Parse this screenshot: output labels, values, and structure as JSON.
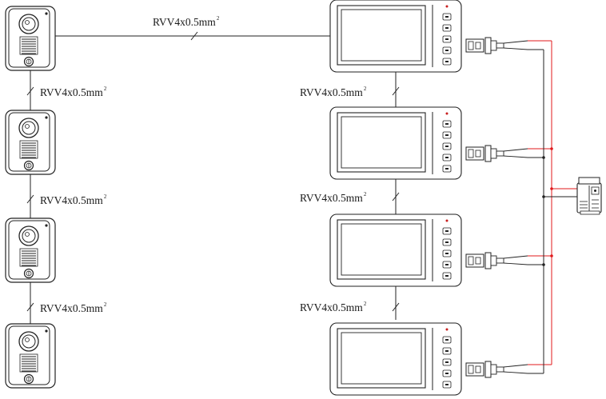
{
  "cable": {
    "text": "RVV4x0.5mm",
    "sup": "2"
  },
  "colors": {
    "wire": "#222222",
    "power": "#e0191b"
  },
  "doorstations": [
    {
      "name": "door-station-1",
      "icon": "door-camera-icon"
    },
    {
      "name": "door-station-2",
      "icon": "door-camera-icon"
    },
    {
      "name": "door-station-3",
      "icon": "door-camera-icon"
    },
    {
      "name": "door-station-4",
      "icon": "door-camera-icon"
    }
  ],
  "monitors": [
    {
      "name": "indoor-monitor-1",
      "icon": "monitor-icon"
    },
    {
      "name": "indoor-monitor-2",
      "icon": "monitor-icon"
    },
    {
      "name": "indoor-monitor-3",
      "icon": "monitor-icon"
    },
    {
      "name": "indoor-monitor-4",
      "icon": "monitor-icon"
    }
  ],
  "power_supply": {
    "icon": "power-supply-icon"
  }
}
